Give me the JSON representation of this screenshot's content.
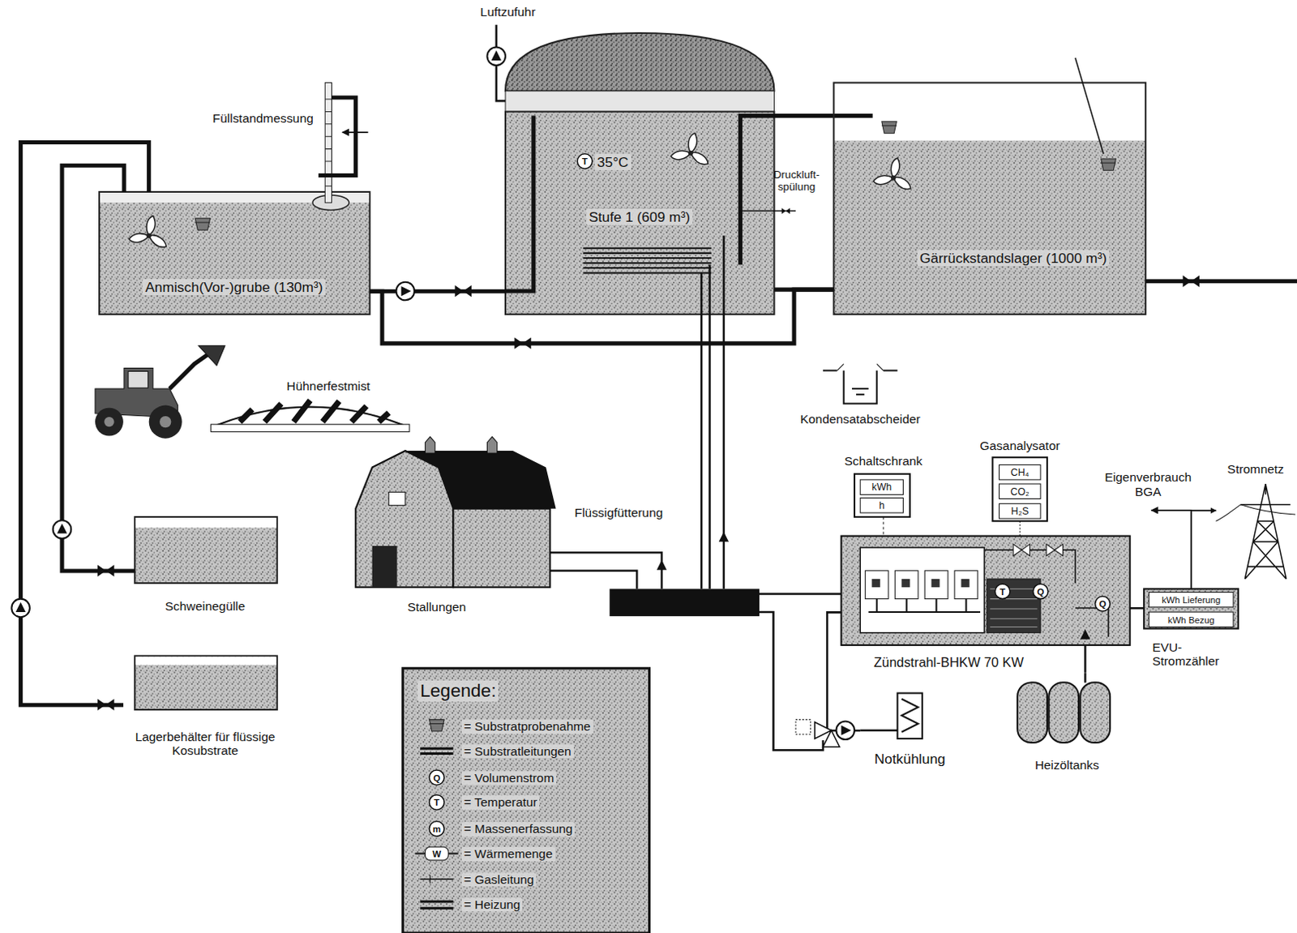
{
  "diagram": {
    "nodes": [
      {
        "text": [
          "Anmisch(Vor-)grube (130m³)"
        ]
      },
      {
        "text": [
          "Stufe 1 (609 m³)"
        ]
      },
      {
        "text": [
          "Gärrückstandslager (1000 m³)"
        ]
      },
      {
        "text": [
          "Hühnerfestmist"
        ]
      },
      {
        "text": [
          "Schweinegülle"
        ]
      },
      {
        "text": [
          "Lagerbehälter für flüssige Kosubstrate"
        ]
      },
      {
        "text": [
          "Stallungen"
        ]
      },
      {
        "text": [
          "Schaltschrank",
          "kWh",
          "h"
        ]
      },
      {
        "text": [
          "Gasanalysator",
          "CH₄",
          "CO₂",
          "H₂S"
        ]
      },
      {
        "text": [
          "Zündstrahl-BHKW 70 KW"
        ]
      },
      {
        "text": [
          "kWh Lieferung",
          "kWh Bezug",
          "EVU- Stromzähler"
        ]
      },
      {
        "text": [
          "Stromnetz"
        ]
      },
      {
        "text": [
          "Notkühlung"
        ]
      },
      {
        "text": [
          "Heizöltanks"
        ]
      },
      {
        "text": [
          "Kondensatabscheider"
        ]
      }
    ],
    "edges": [
      {
        "from": 4,
        "to": 0,
        "arrow": "none"
      },
      {
        "from": 5,
        "to": 0,
        "arrow": "none"
      },
      {
        "from": 0,
        "to": 1,
        "arrow": "none"
      },
      {
        "from": 1,
        "to": 2,
        "arrow": "none"
      },
      {
        "from": 0,
        "to": 2,
        "arrow": "none"
      },
      {
        "from": 13,
        "to": 9,
        "arrow": "none"
      },
      {
        "from": 9,
        "to": 10,
        "arrow": "none"
      },
      {
        "from": 10,
        "to": 11,
        "arrow": "to"
      },
      {
        "from": 9,
        "to": 12,
        "arrow": "none"
      }
    ],
    "labels": [
      "Luftzufuhr",
      "Füllstandmessung",
      "T",
      "35°C",
      "Druckluft- spülung",
      "Flüssigfütterung",
      "Eigenverbrauch BGA",
      "T",
      "Q",
      "Q",
      "Legende:",
      "Q",
      "T",
      "m",
      "W"
    ],
    "legend": [
      {
        "text": "= Substratprobenahme"
      },
      {
        "text": "= Substratleitungen"
      },
      {
        "text": "= Volumenstrom"
      },
      {
        "text": "= Temperatur"
      },
      {
        "text": "= Massenerfassung"
      },
      {
        "text": "= Wärmemenge"
      },
      {
        "text": "= Gasleitung"
      },
      {
        "text": "= Heizung"
      }
    ]
  }
}
